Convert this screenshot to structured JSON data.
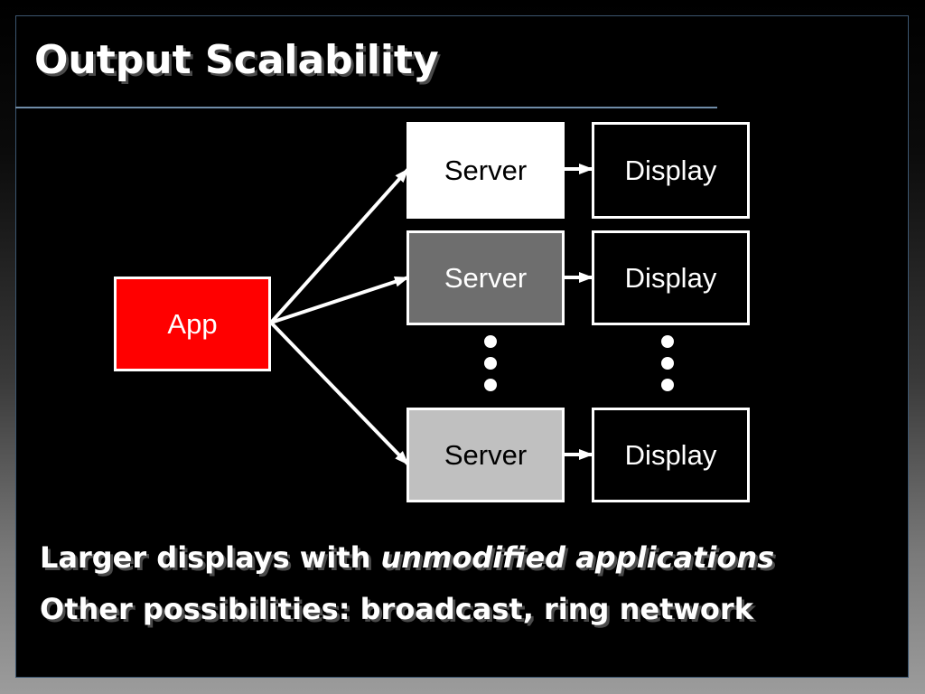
{
  "slide": {
    "title": "Output Scalability"
  },
  "diagram": {
    "app": {
      "label": "App",
      "fill": "#ff0000"
    },
    "servers": [
      {
        "label": "Server",
        "fill": "#ffffff",
        "text_color": "#000000"
      },
      {
        "label": "Server",
        "fill": "#6e6e6e",
        "text_color": "#ffffff"
      },
      {
        "label": "Server",
        "fill": "#c0c0c0",
        "text_color": "#000000"
      }
    ],
    "displays": [
      {
        "label": "Display"
      },
      {
        "label": "Display"
      },
      {
        "label": "Display"
      }
    ]
  },
  "bullets": [
    {
      "text": "Larger displays with ",
      "emphasis": "unmodified applications"
    },
    {
      "text": "Other possibilities: broadcast, ring network"
    }
  ],
  "colors": {
    "background": "#000000",
    "accent_rule": "#6f8ca8",
    "app_red": "#ff0000",
    "arrow": "#ffffff"
  }
}
